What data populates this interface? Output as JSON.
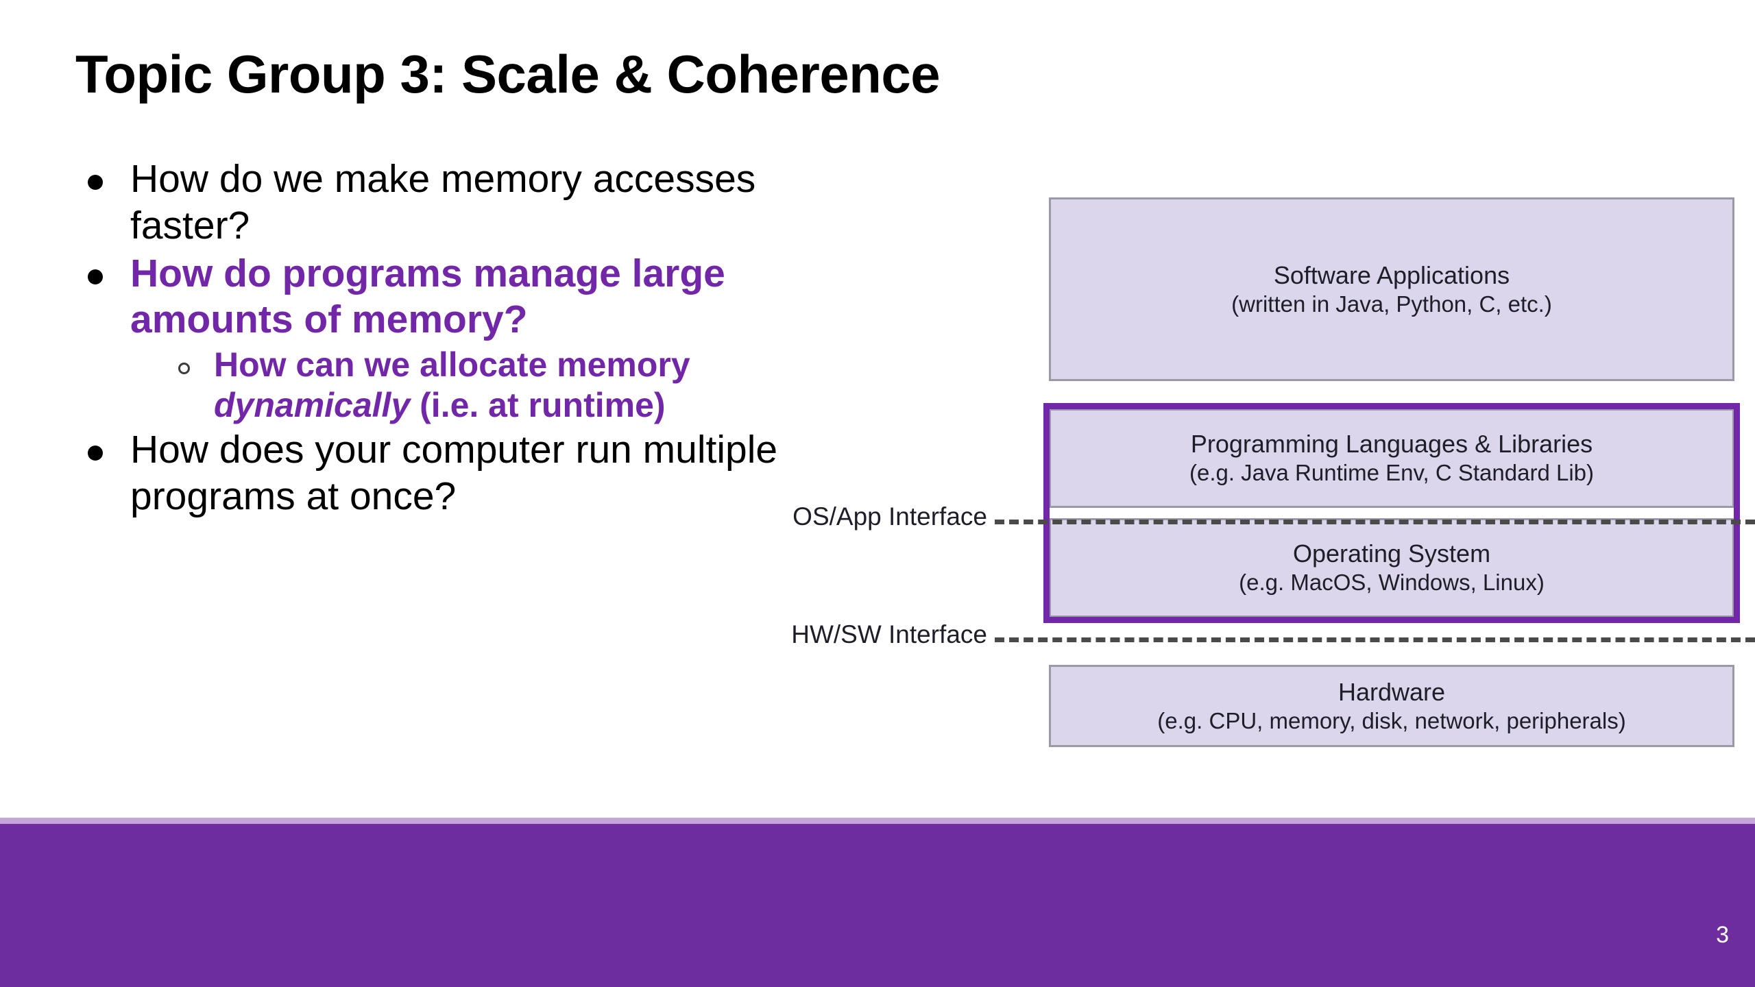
{
  "slide": {
    "title": "Topic Group 3: Scale & Coherence",
    "page_number": "3",
    "accent_color": "#6d2d9e",
    "highlight_color": "#7127a8",
    "box_fill_color": "#dcd6ec",
    "box_border_color": "#9a9aa6"
  },
  "bullets": [
    {
      "level": 1,
      "marker": "filled-disc",
      "text": "How do we make memory accesses faster?",
      "emphasis": "none"
    },
    {
      "level": 1,
      "marker": "filled-disc",
      "text": "How do programs manage large amounts of memory?",
      "emphasis": "purple-bold"
    },
    {
      "level": 2,
      "marker": "hollow-circle",
      "text_before_italic": "How can we allocate memory ",
      "text_italic": "dynamically",
      "text_after_italic": " (i.e. at runtime)",
      "emphasis": "purple-bold"
    },
    {
      "level": 1,
      "marker": "filled-disc",
      "text": "How does your computer run multiple programs at once?",
      "emphasis": "none"
    }
  ],
  "diagram": {
    "name": "system-stack-diagram",
    "layers": [
      {
        "id": "software",
        "title": "Software Applications",
        "subtitle": "(written in Java, Python, C, etc.)",
        "highlighted": false
      },
      {
        "id": "languages",
        "title": "Programming Languages & Libraries",
        "subtitle": "(e.g. Java Runtime Env, C Standard Lib)",
        "highlighted": true
      },
      {
        "id": "os",
        "title": "Operating System",
        "subtitle": "(e.g. MacOS, Windows, Linux)",
        "highlighted": true
      },
      {
        "id": "hardware",
        "title": "Hardware",
        "subtitle": "(e.g. CPU, memory, disk, network, peripherals)",
        "highlighted": false
      }
    ],
    "interfaces": [
      {
        "id": "os-app",
        "label": "OS/App Interface"
      },
      {
        "id": "hw-sw",
        "label": "HW/SW Interface"
      }
    ]
  }
}
